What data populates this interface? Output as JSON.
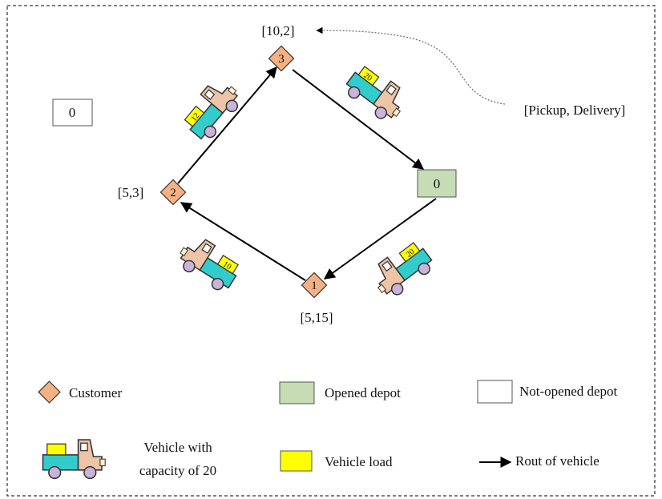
{
  "customers": [
    {
      "id": "3",
      "demand": "[10,2]"
    },
    {
      "id": "2",
      "demand": "[5,3]"
    },
    {
      "id": "1",
      "demand": "[5,15]"
    }
  ],
  "depots": {
    "opened": "0",
    "not_opened": "0"
  },
  "annotation": "[Pickup, Delivery]",
  "truck_loads": [
    "20",
    "12",
    "20",
    "10"
  ],
  "legend": {
    "customer": "Customer",
    "opened_depot": "Opened depot",
    "not_opened_depot": "Not-opened depot",
    "vehicle_line1": "Vehicle with",
    "vehicle_line2": "capacity of 20",
    "vehicle_load": "Vehicle load",
    "route": "Rout of vehicle"
  },
  "colors": {
    "customer": "#f4b183",
    "opened_depot": "#c5dcb4",
    "not_opened_depot": "#ffffff",
    "load": "#ffff00",
    "truck_body": "#eec4a6",
    "truck_bed": "#33cccc",
    "wheel": "#c9b3d9"
  }
}
